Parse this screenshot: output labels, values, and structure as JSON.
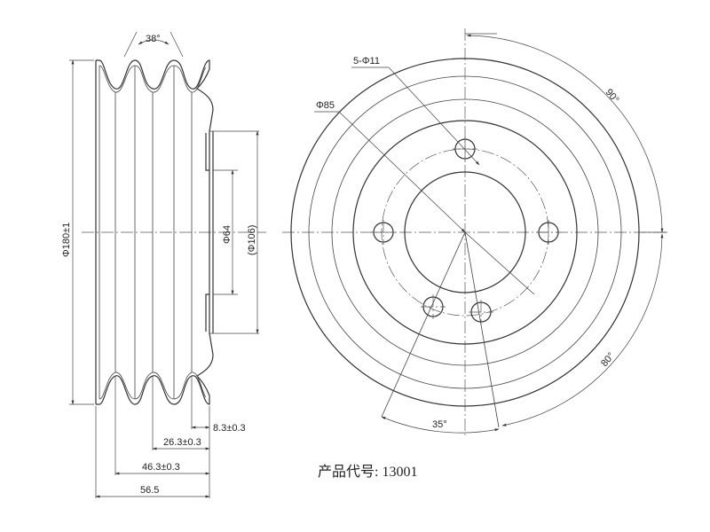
{
  "side_view": {
    "dims": {
      "groove_angle": "38°",
      "overall_diameter": "Φ180±1",
      "pilot_diameter": "Φ64",
      "ref_diameter": "(Φ106)",
      "offset_1": "8.3±0.3",
      "offset_2": "26.3±0.3",
      "offset_3": "46.3±0.3",
      "overall_width": "56.5"
    }
  },
  "front_view": {
    "dims": {
      "bolt_holes": "5-Φ11",
      "bolt_circle": "Φ85",
      "angle_90": "90°",
      "angle_80": "80°",
      "angle_35": "35°"
    }
  },
  "caption": {
    "label": "产品代号:",
    "code": "13001"
  }
}
